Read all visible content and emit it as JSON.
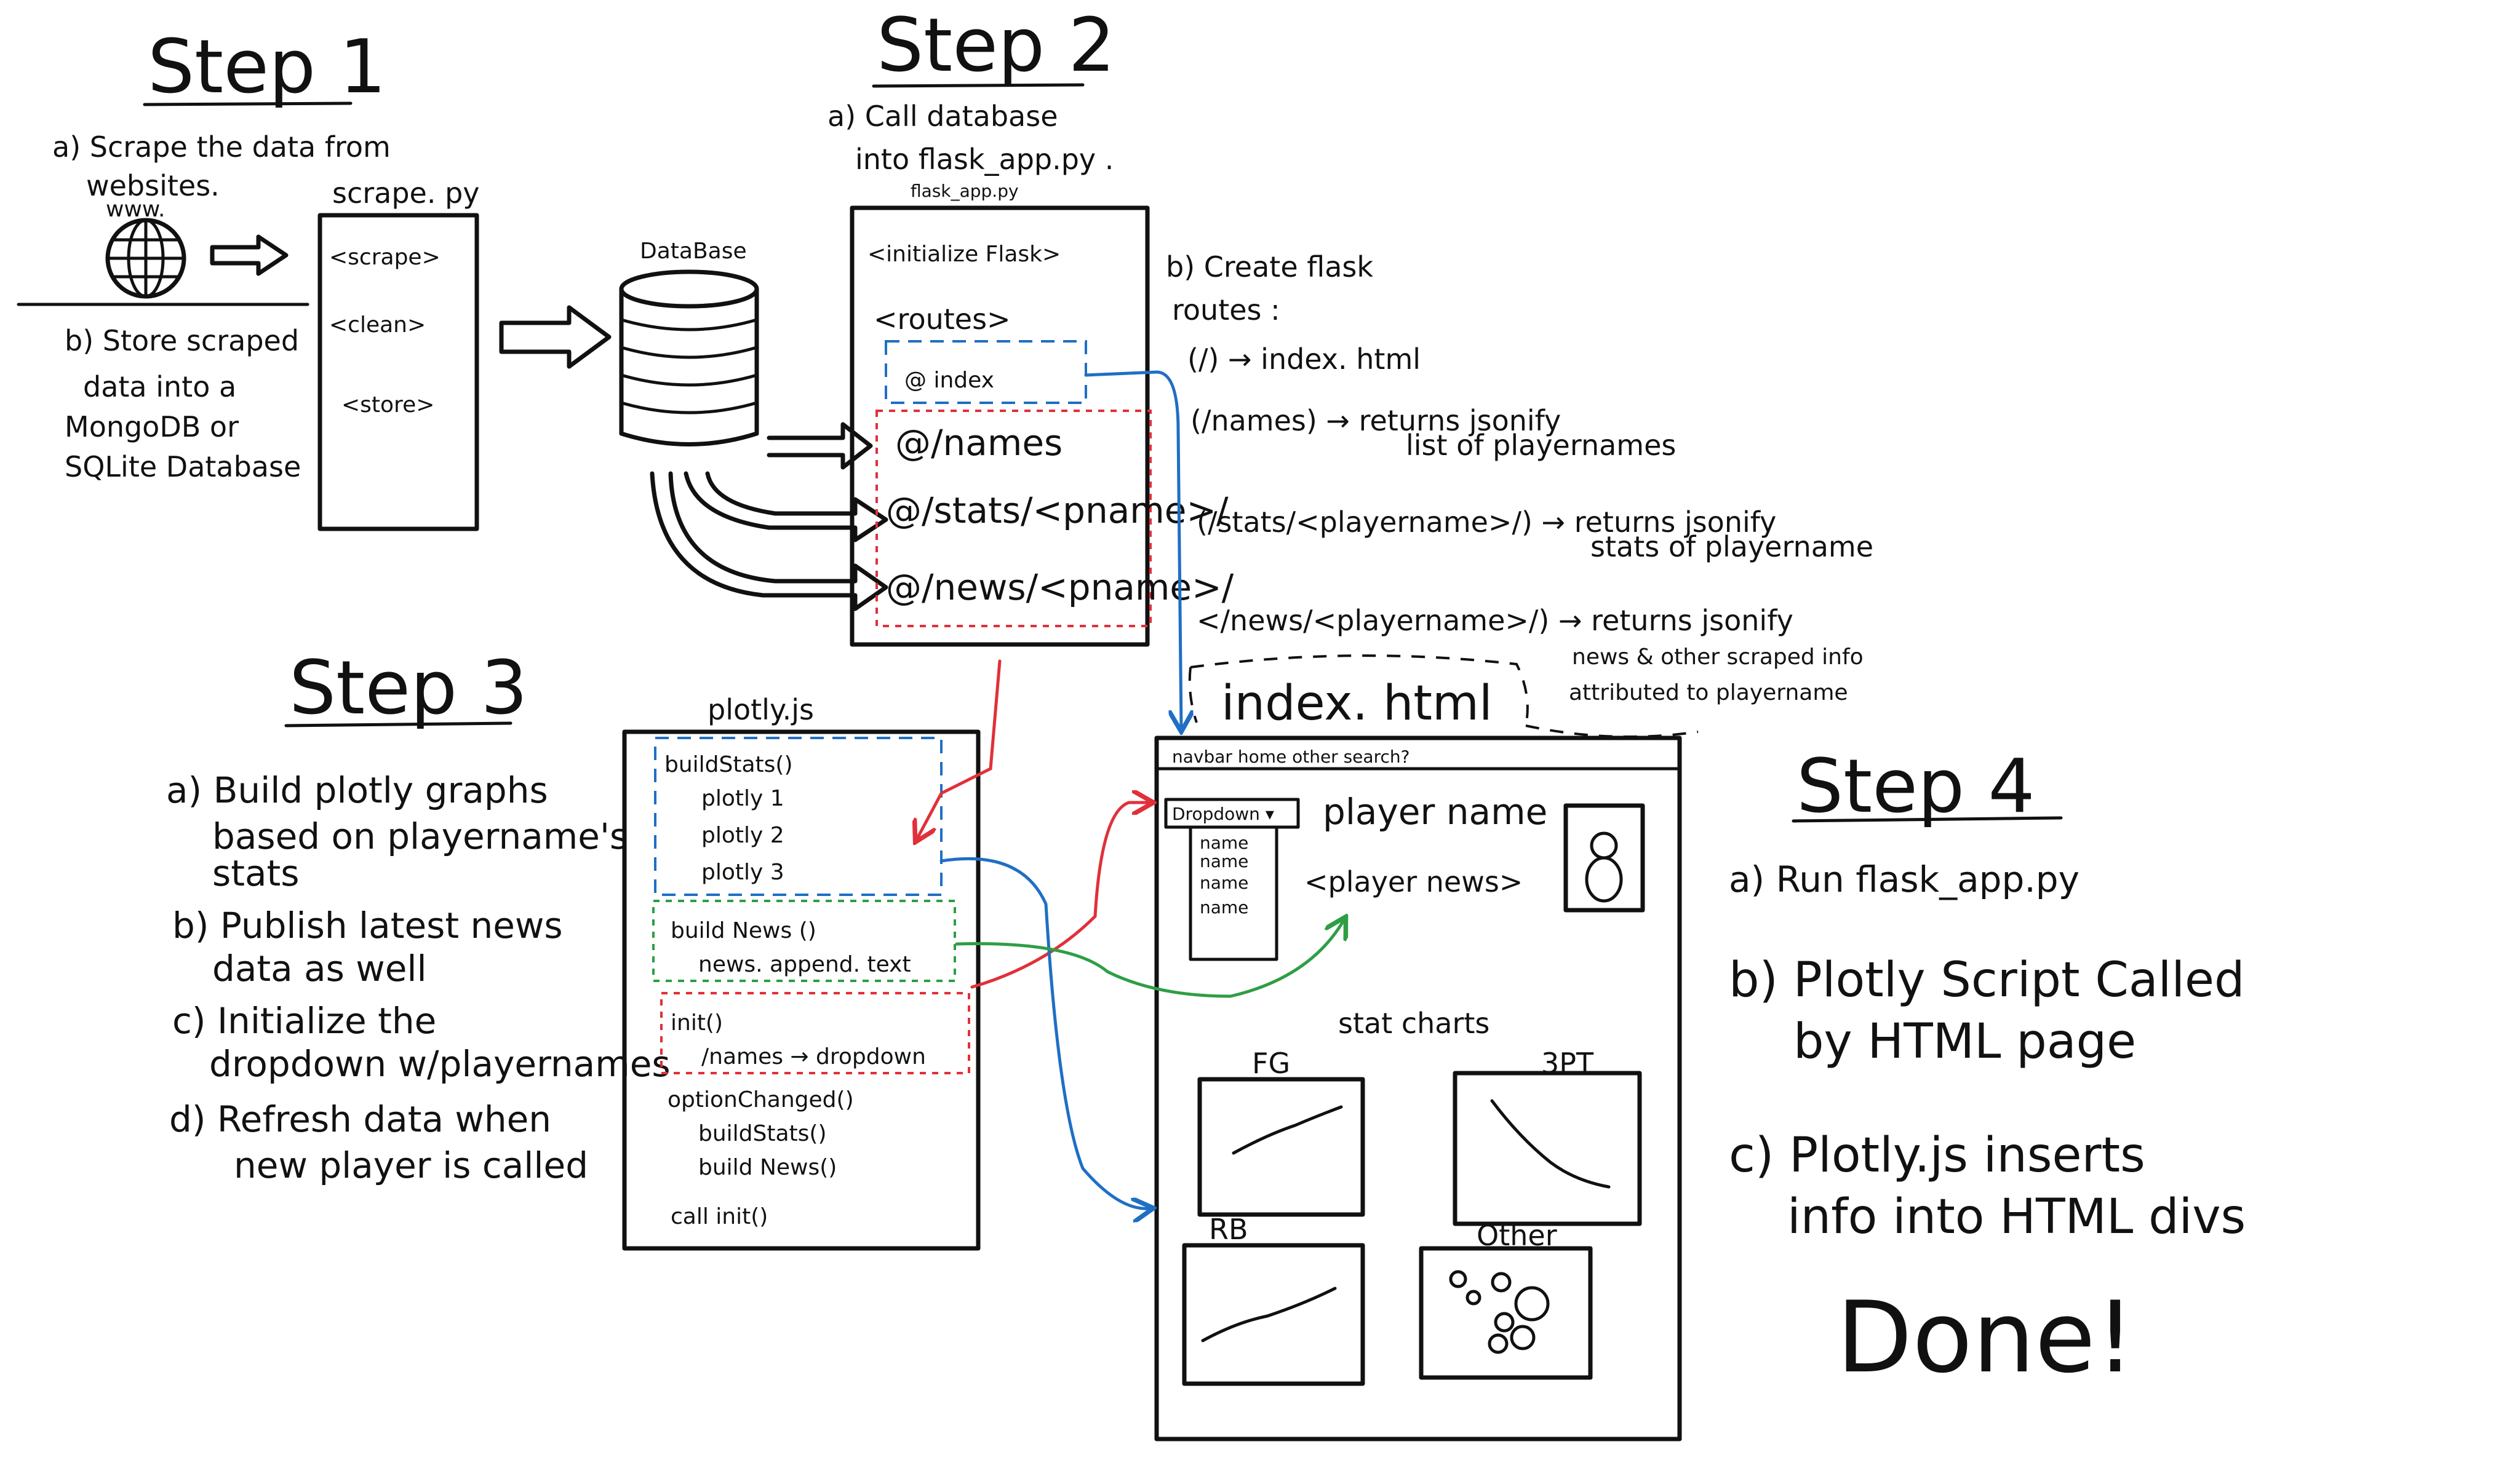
{
  "step1": {
    "title": "Step 1",
    "a_line1": "a) Scrape the data from",
    "a_line2": "websites.",
    "www": "www.",
    "b_line1": "b) Store scraped",
    "b_line2": "data into a",
    "b_line3": "MongoDB or",
    "b_line4": "SQLite Database",
    "scrape_file": "scrape. py",
    "scrape_items": [
      "<scrape>",
      "<clean>",
      "<store>"
    ],
    "database_label": "DataBase"
  },
  "step2": {
    "title": "Step 2",
    "a_line1": "a) Call database",
    "a_line2": "into flask_app.py .",
    "file_label": "flask_app.py",
    "box_items": [
      "<initialize Flask>",
      "<routes>",
      "@ index",
      "@/names",
      "@/stats/<pname>/",
      "@/news/<pname>/"
    ],
    "b_line1": "b) Create flask",
    "b_line2": "routes :",
    "route1": "(/) → index. html",
    "route2a": "(/names) → returns jsonify",
    "route2b": "list of playernames",
    "route3a": "(/stats/<playername>/) → returns jsonify",
    "route3b": "stats of playername",
    "route4a": "</news/<playername>/) → returns jsonify",
    "route4b": "news & other scraped info",
    "route4c": "attributed to playername"
  },
  "step3": {
    "title": "Step 3",
    "a_line1": "a) Build plotly graphs",
    "a_line2": "based on playername's",
    "a_line3": "stats",
    "b_line1": "b) Publish latest news",
    "b_line2": "data as well",
    "c_line1": "c) Initialize the",
    "c_line2": "dropdown w/playernames",
    "d_line1": "d) Refresh data when",
    "d_line2": "new player is called",
    "file_label": "plotly.js",
    "code": [
      "buildStats()",
      "plotly 1",
      "plotly 2",
      "plotly 3",
      "build News ()",
      "news. append. text",
      "init()",
      "/names → dropdown",
      "optionChanged()",
      "buildStats()",
      "build News()",
      "call init()"
    ]
  },
  "index": {
    "file_label": "index. html",
    "navbar": "navbar  home  other  search?",
    "dropdown": "Dropdown ▾",
    "dropdown_items": [
      "name",
      "name",
      "name",
      "name"
    ],
    "player_name": "player name",
    "player_news": "<player news>",
    "stat_charts": "stat charts",
    "chart_titles": [
      "FG",
      "3PT",
      "RB",
      "Other"
    ]
  },
  "step4": {
    "title": "Step 4",
    "a": "a) Run flask_app.py",
    "b_line1": "b) Plotly Script Called",
    "b_line2": "by HTML page",
    "c_line1": "c) Plotly.js inserts",
    "c_line2": "info into HTML divs",
    "done": "Done!"
  },
  "colors": {
    "ink": "#111111",
    "red": "#e0303a",
    "blue": "#1f6fc4",
    "green": "#2e9e44"
  }
}
